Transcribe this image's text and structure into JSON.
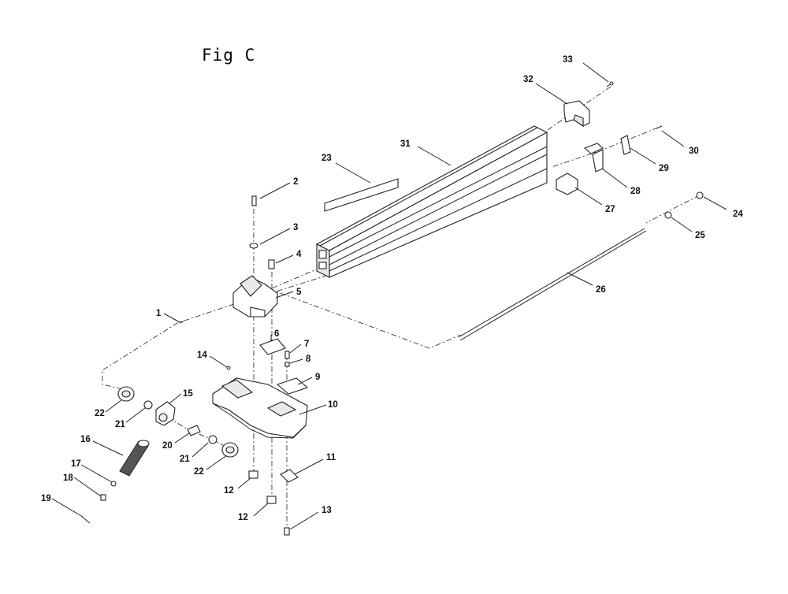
{
  "figure": {
    "title": "Fig C"
  },
  "callouts": [
    {
      "id": "c1",
      "label": "1"
    },
    {
      "id": "c2",
      "label": "2"
    },
    {
      "id": "c3",
      "label": "3"
    },
    {
      "id": "c4",
      "label": "4"
    },
    {
      "id": "c5",
      "label": "5"
    },
    {
      "id": "c6",
      "label": "6"
    },
    {
      "id": "c7",
      "label": "7"
    },
    {
      "id": "c8",
      "label": "8"
    },
    {
      "id": "c9",
      "label": "9"
    },
    {
      "id": "c10",
      "label": "10"
    },
    {
      "id": "c11",
      "label": "11"
    },
    {
      "id": "c12a",
      "label": "12"
    },
    {
      "id": "c12b",
      "label": "12"
    },
    {
      "id": "c13",
      "label": "13"
    },
    {
      "id": "c14",
      "label": "14"
    },
    {
      "id": "c15",
      "label": "15"
    },
    {
      "id": "c16",
      "label": "16"
    },
    {
      "id": "c17",
      "label": "17"
    },
    {
      "id": "c18",
      "label": "18"
    },
    {
      "id": "c19",
      "label": "19"
    },
    {
      "id": "c20",
      "label": "20"
    },
    {
      "id": "c21a",
      "label": "21"
    },
    {
      "id": "c21b",
      "label": "21"
    },
    {
      "id": "c22a",
      "label": "22"
    },
    {
      "id": "c22b",
      "label": "22"
    },
    {
      "id": "c23",
      "label": "23"
    },
    {
      "id": "c24",
      "label": "24"
    },
    {
      "id": "c25",
      "label": "25"
    },
    {
      "id": "c26",
      "label": "26"
    },
    {
      "id": "c27",
      "label": "27"
    },
    {
      "id": "c28",
      "label": "28"
    },
    {
      "id": "c29",
      "label": "29"
    },
    {
      "id": "c30",
      "label": "30"
    },
    {
      "id": "c31",
      "label": "31"
    },
    {
      "id": "c32",
      "label": "32"
    },
    {
      "id": "c33",
      "label": "33"
    }
  ]
}
